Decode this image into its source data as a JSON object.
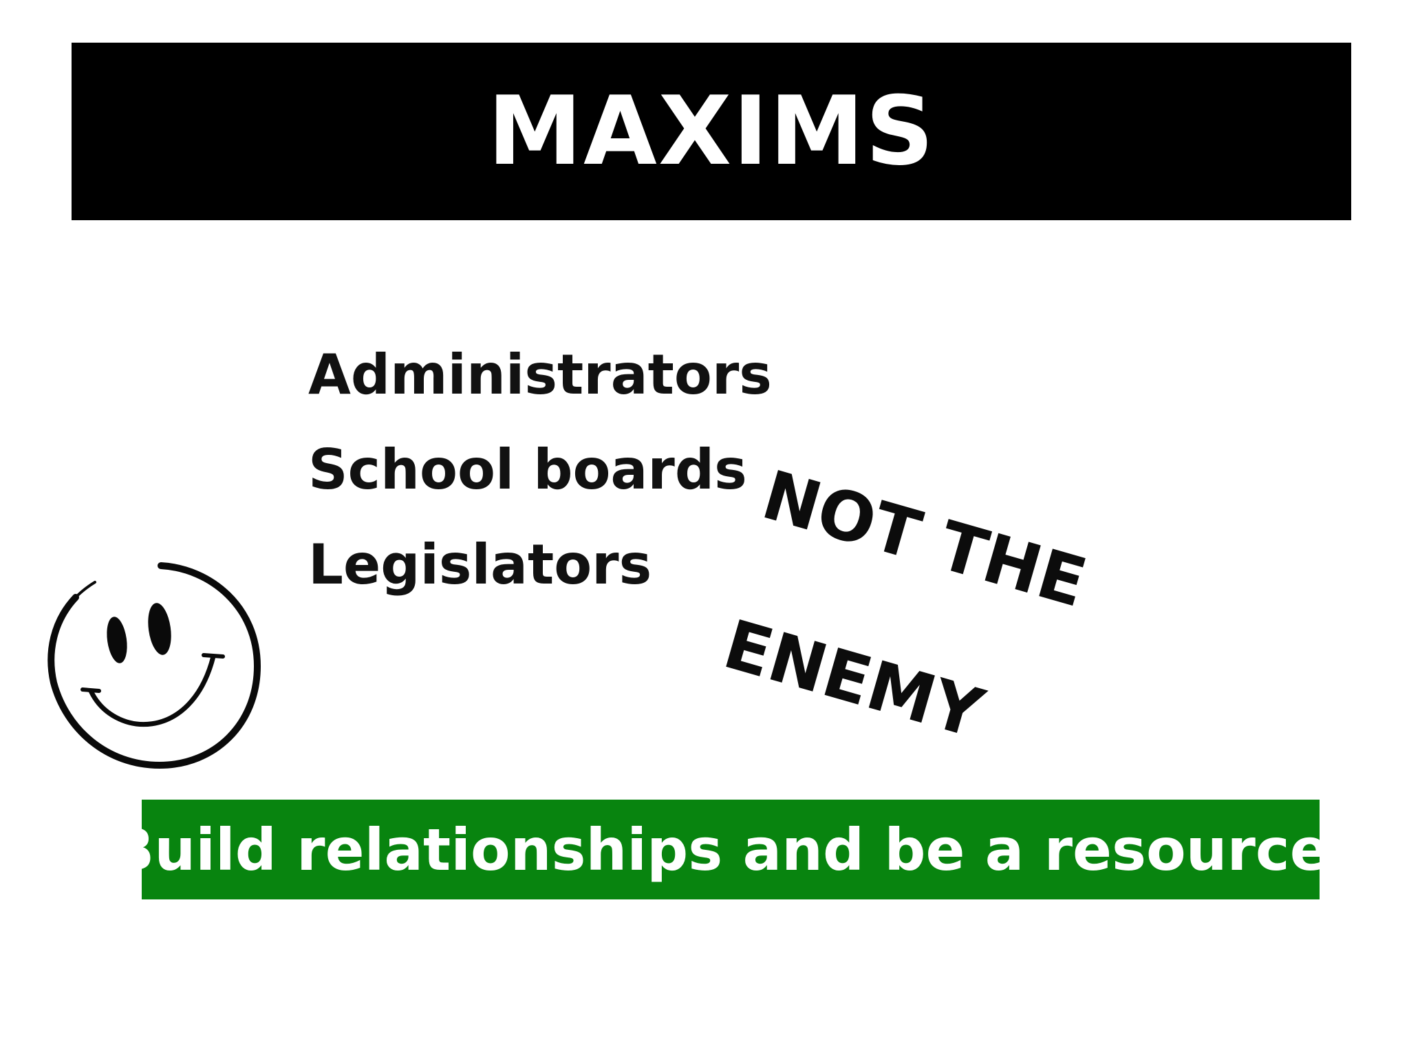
{
  "slide": {
    "title": "MAXIMS",
    "groups": [
      "Administrators",
      "School boards",
      "Legislators"
    ],
    "stamp": {
      "line1": "NOT THE",
      "line2": "ENEMY"
    },
    "banner": "Build relationships and be a resource.",
    "icon": "smiley-face-icon"
  },
  "colors": {
    "title_bar": "#000000",
    "title_text": "#ffffff",
    "body_text": "#111111",
    "banner_bg": "#08840f",
    "banner_text": "#ffffff"
  }
}
